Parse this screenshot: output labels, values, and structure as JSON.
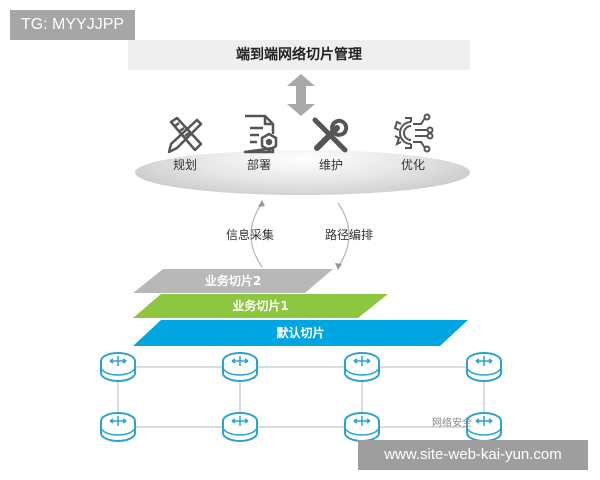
{
  "badge": {
    "text": "TG: MYYJJPP"
  },
  "header": {
    "title": "端到端网络切片管理"
  },
  "tools": [
    {
      "label": "规划",
      "icon": "pencil-ruler-icon"
    },
    {
      "label": "部署",
      "icon": "document-gear-icon"
    },
    {
      "label": "维护",
      "icon": "wrench-screwdriver-icon"
    },
    {
      "label": "优化",
      "icon": "gear-circuit-icon"
    }
  ],
  "cycle": {
    "left": "信息采集",
    "right": "路径编排"
  },
  "slices": [
    {
      "label": "业务切片2",
      "color": "#b8b8b8"
    },
    {
      "label": "业务切片1",
      "color": "#8dc63f"
    },
    {
      "label": "默认切片",
      "color": "#00a6e2"
    }
  ],
  "network": {
    "router_color": "#29a3d4",
    "rows": 2,
    "cols": 4
  },
  "watermarks": {
    "account": "网络安全",
    "url": "www.site-web-kai-yun.com"
  }
}
